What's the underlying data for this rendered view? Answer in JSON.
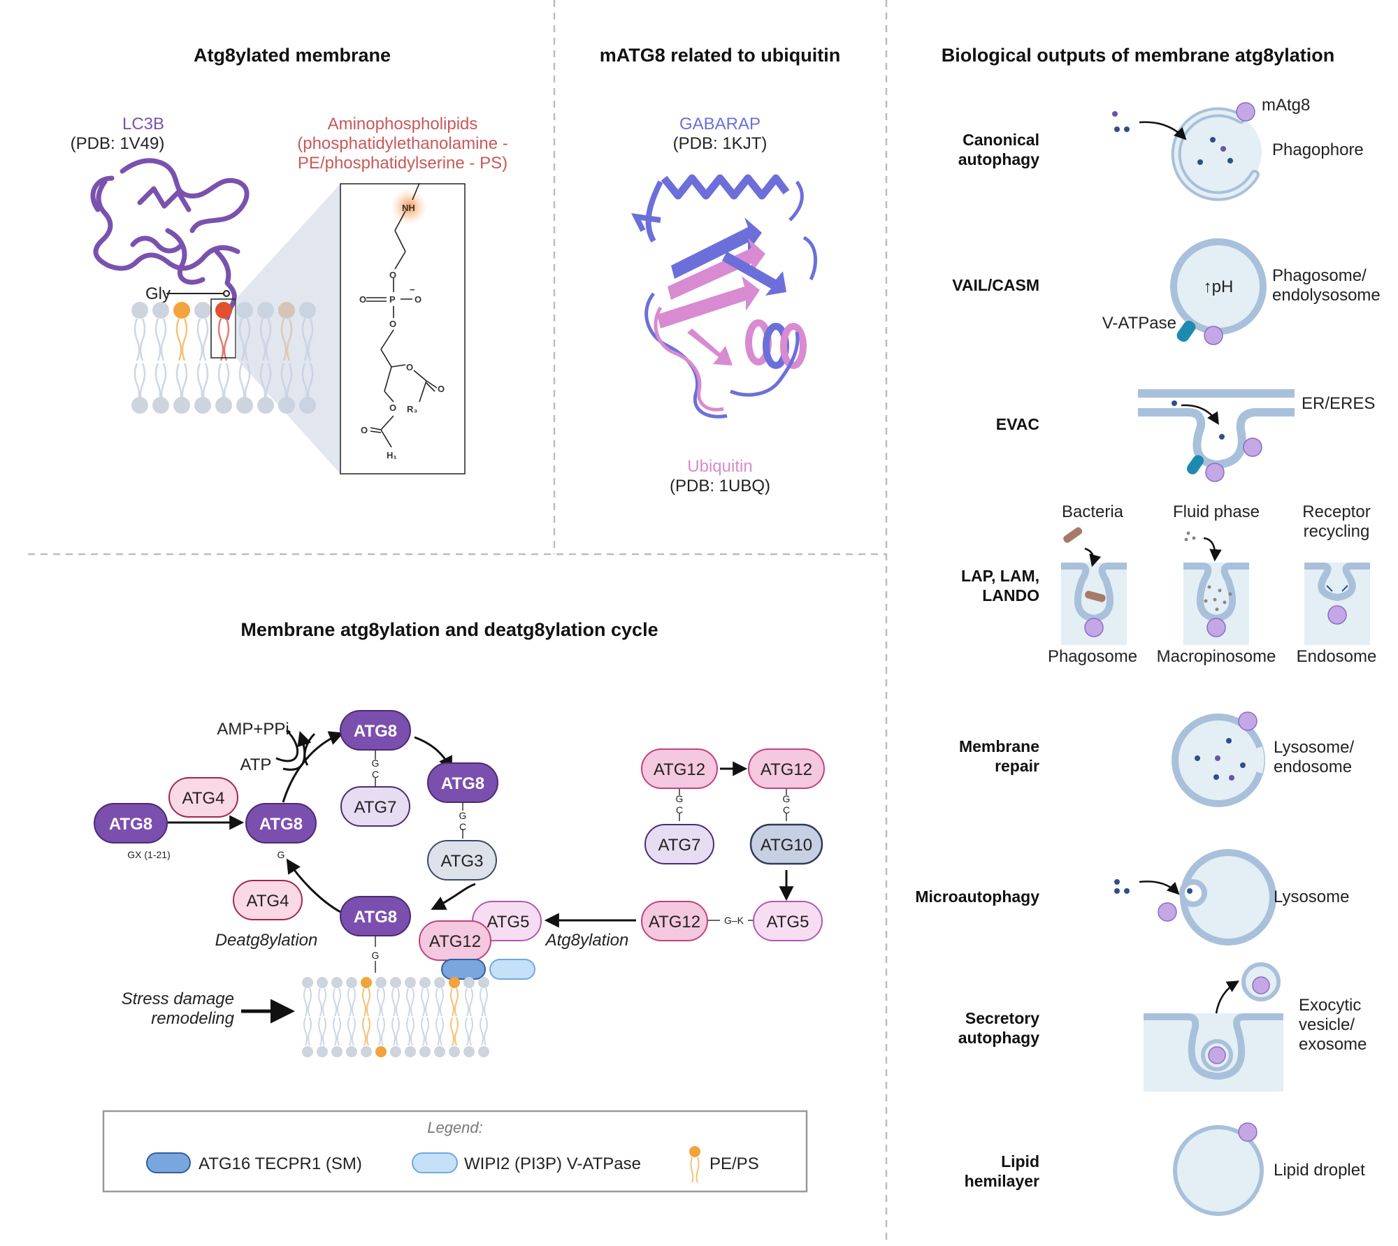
{
  "panels": {
    "membrane": {
      "title": "Atg8ylated membrane",
      "lc3b_label": "LC3B",
      "lc3b_pdb": "(PDB: 1V49)",
      "amino_label": "Aminophospholipids",
      "amino_line2": "(phosphatidylethanolamine -",
      "amino_line3": "PE/phosphatidylserine - PS)",
      "gly": "Gly",
      "chem": {
        "nh": "NH",
        "o1": "O",
        "p": "P",
        "o_eq": "O",
        "o_minus": "O",
        "minus": "−",
        "o2": "O",
        "o3": "O",
        "o4": "O",
        "r3": "R₃",
        "o5": "O",
        "o6": "O",
        "h1": "H₁"
      }
    },
    "ubiquitin": {
      "title": "mATG8 related to ubiquitin",
      "gabarap_label": "GABARAP",
      "gabarap_pdb": "(PDB: 1KJT)",
      "ubiquitin_label": "Ubiquitin",
      "ubiquitin_pdb": "(PDB: 1UBQ)"
    },
    "cycle": {
      "title": "Membrane atg8ylation and deatg8ylation cycle",
      "amp": "AMP+PPi",
      "atp": "ATP",
      "atg8": "ATG8",
      "atg4": "ATG4",
      "atg7": "ATG7",
      "atg3": "ATG3",
      "atg5": "ATG5",
      "atg10": "ATG10",
      "atg12": "ATG12",
      "gx": "GX (1-21)",
      "g": "G",
      "c": "C",
      "gk": "G–K",
      "deatg": "Deatg8ylation",
      "atg8ylation": "Atg8ylation",
      "stress1": "Stress damage",
      "stress2": "remodeling"
    },
    "legend": {
      "title": "Legend:",
      "item1": "ATG16 TECPR1 (SM)",
      "item2": "WIPI2 (PI3P) V-ATPase",
      "item3": "PE/PS"
    },
    "outputs": {
      "title": "Biological outputs of membrane atg8ylation",
      "canonical": [
        "Canonical",
        "autophagy"
      ],
      "vail": "VAIL/CASM",
      "evac": "EVAC",
      "lap": [
        "LAP, LAM,",
        "LANDO"
      ],
      "repair": [
        "Membrane",
        "repair"
      ],
      "micro": "Microautophagy",
      "secretory": [
        "Secretory",
        "autophagy"
      ],
      "lipid": [
        "Lipid",
        "hemilayer"
      ],
      "matg8": "mAtg8",
      "phagophore": "Phagophore",
      "phagosome_endo": [
        "Phagosome/",
        "endolysosome"
      ],
      "ph": "↑pH",
      "vatpase": "V-ATPase",
      "eres": "ER/ERES",
      "bacteria": "Bacteria",
      "fluid": "Fluid phase",
      "receptor": [
        "Receptor",
        "recycling"
      ],
      "phagosome": "Phagosome",
      "macropinosome": "Macropinosome",
      "endosome": "Endosome",
      "lyso_endo": [
        "Lysosome/",
        "endosome"
      ],
      "lysosome": "Lysosome",
      "exocytic": [
        "Exocytic",
        "vesicle/",
        "exosome"
      ],
      "droplet": "Lipid droplet"
    }
  },
  "colors": {
    "purple_dark": "#7b4fae",
    "purple_light": "#e6ddf3",
    "pink_light": "#f9d9e6",
    "pink_border": "#a8244f",
    "atg12_fill": "#f4c8de",
    "atg12_border": "#c2417f",
    "atg5_fill": "#f6ddf2",
    "atg5_border": "#b15ab0",
    "gabarap": "#6c6fd9",
    "ubiquitin": "#d88bd0",
    "lc3b": "#7a52ad",
    "amino": "#c9585a",
    "orange": "#f3a33b",
    "vesicle": "#a9c0db",
    "vesicle_fill": "#e3eff4",
    "dark_blue": "#2f4f8a"
  }
}
